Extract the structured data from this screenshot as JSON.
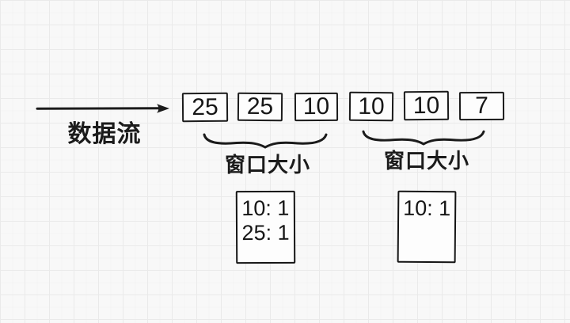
{
  "diagram": {
    "arrow_label": "数据流",
    "stream_values": [
      "25",
      "25",
      "10",
      "10",
      "10",
      "7"
    ],
    "window_groups": [
      {
        "brace_label": "窗口大小"
      },
      {
        "brace_label": "窗口大小"
      }
    ],
    "count_cards": [
      {
        "lines": [
          "10: 1",
          "25: 1"
        ]
      },
      {
        "lines": [
          "10: 1"
        ]
      }
    ],
    "colors": {
      "ink": "#1b1b1b",
      "background": "#f8f8f8",
      "grid_major": "#eaeaea",
      "grid_minor": "#f3f3f3",
      "shape_fill": "#fdfdfd"
    }
  }
}
